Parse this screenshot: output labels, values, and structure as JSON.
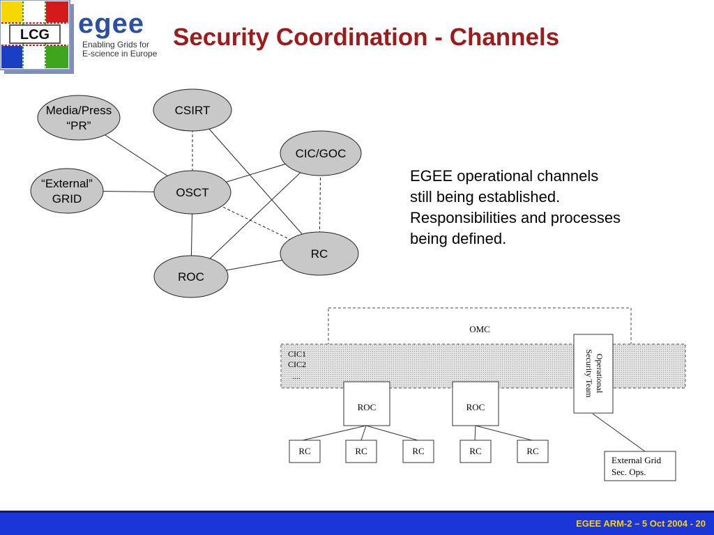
{
  "header": {
    "title": "Security Coordination - Channels",
    "lcg_logo_text": "LCG",
    "egee_logo_word": "egee",
    "egee_logo_tagline": [
      "Enabling Grids for",
      "E-science in Europe"
    ]
  },
  "network_diagram": {
    "nodes": [
      {
        "id": "media",
        "label_lines": [
          "Media/Press",
          "“PR”"
        ]
      },
      {
        "id": "csirt",
        "label_lines": [
          "CSIRT"
        ]
      },
      {
        "id": "cicgoc",
        "label_lines": [
          "CIC/GOC"
        ]
      },
      {
        "id": "external",
        "label_lines": [
          "“External”",
          "GRID"
        ]
      },
      {
        "id": "osct",
        "label_lines": [
          "OSCT"
        ]
      },
      {
        "id": "rc",
        "label_lines": [
          "RC"
        ]
      },
      {
        "id": "roc",
        "label_lines": [
          "ROC"
        ]
      }
    ],
    "edges": [
      {
        "from": "media",
        "to": "osct",
        "style": "solid"
      },
      {
        "from": "external",
        "to": "osct",
        "style": "solid"
      },
      {
        "from": "csirt",
        "to": "osct",
        "style": "dashed"
      },
      {
        "from": "csirt",
        "to": "rc",
        "style": "solid"
      },
      {
        "from": "osct",
        "to": "cicgoc",
        "style": "solid"
      },
      {
        "from": "osct",
        "to": "roc",
        "style": "solid"
      },
      {
        "from": "osct",
        "to": "rc",
        "style": "dashed"
      },
      {
        "from": "cicgoc",
        "to": "roc",
        "style": "solid"
      },
      {
        "from": "cicgoc",
        "to": "rc",
        "style": "dashed"
      },
      {
        "from": "roc",
        "to": "rc",
        "style": "solid"
      }
    ]
  },
  "body_text_lines": [
    "EGEE operational channels",
    "still being established.",
    "Responsibilities and processes",
    "being defined."
  ],
  "org_diagram": {
    "omc_label": "OMC",
    "cic_labels": [
      "CIC1",
      "CIC2",
      "...."
    ],
    "roc_labels": [
      "ROC",
      "ROC"
    ],
    "rc_labels": [
      "RC",
      "RC",
      "RC",
      "RC",
      "RC"
    ],
    "ost_label_lines": [
      "Operational",
      "Security Team"
    ],
    "external_grid_lines": [
      "External Grid",
      "Sec. Ops."
    ]
  },
  "footer": {
    "text": "EGEE ARM-2 – 5 Oct 2004  - 20",
    "color": "#ffd200",
    "background": "#1a36d8"
  },
  "colors": {
    "title": "#9e1b1b",
    "node_fill": "#c8c8c8",
    "egee_blue": "#2a4fa3"
  }
}
